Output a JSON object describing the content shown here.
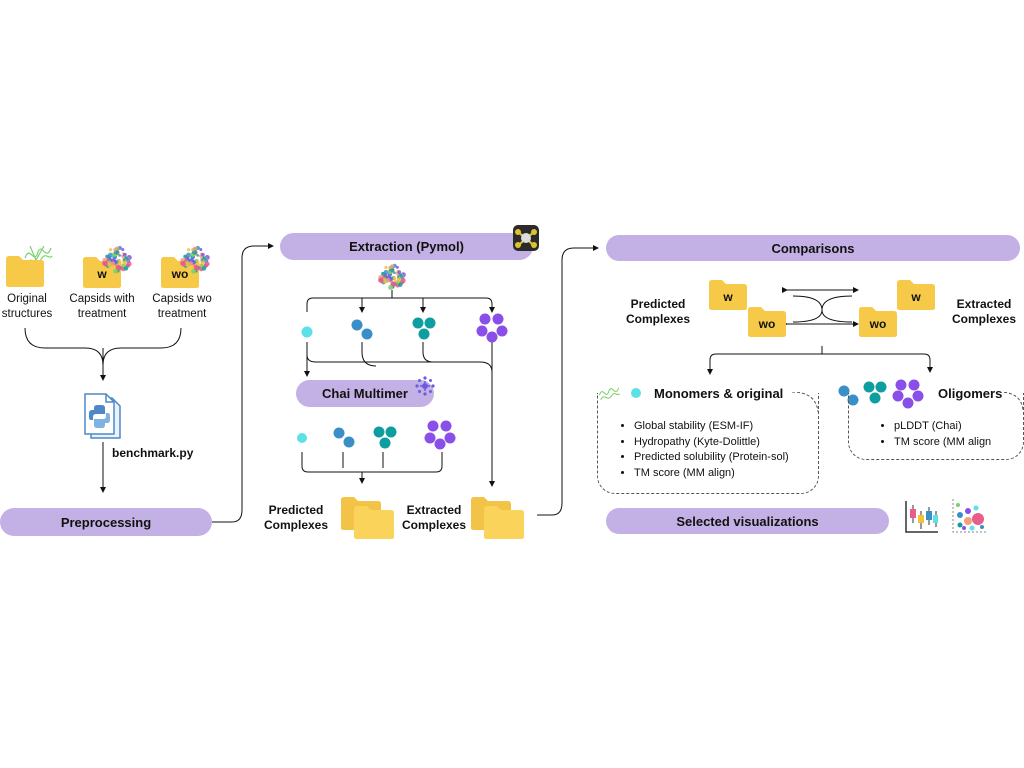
{
  "preprocessing": {
    "inputs": [
      {
        "label": "Original\nstructures",
        "folder_tag": ""
      },
      {
        "label": "Capsids with\ntreatment",
        "folder_tag": "w"
      },
      {
        "label": "Capsids wo\ntreatment",
        "folder_tag": "wo"
      }
    ],
    "script_label": "benchmark.py",
    "stage_label": "Preprocessing"
  },
  "extraction": {
    "stage_label": "Extraction (Pymol)",
    "tool_label": "Chai Multimer",
    "predicted_label": "Predicted\nComplexes",
    "extracted_label": "Extracted\nComplexes"
  },
  "comparisons": {
    "stage_label": "Comparisons",
    "predicted_label": "Predicted\nComplexes",
    "extracted_label": "Extracted\nComplexes",
    "folder_w": "w",
    "folder_wo": "wo",
    "monomers": {
      "title": "Monomers & original",
      "metrics": [
        "Global stability (ESM-IF)",
        "Hydropathy (Kyte-Dolittle)",
        "Predicted solubility (Protein-sol)",
        "TM score (MM align)"
      ]
    },
    "oligomers": {
      "title": "Oligomers",
      "metrics": [
        "pLDDT (Chai)",
        "TM score (MM align"
      ]
    },
    "visualizations_label": "Selected visualizations"
  },
  "colors": {
    "pill": "#c3b1e5",
    "folder": "#f7c948",
    "monomer": "#5ce1e6",
    "dimer": "#3a8fc9",
    "trimer": "#0e9ea0",
    "pentamer": "#8a4fe8"
  },
  "icons": [
    "protein-structure-icon",
    "capsid-icon",
    "python-file-icon",
    "pymol-icon",
    "chai-icon",
    "boxplot-icon",
    "bubble-chart-icon"
  ]
}
